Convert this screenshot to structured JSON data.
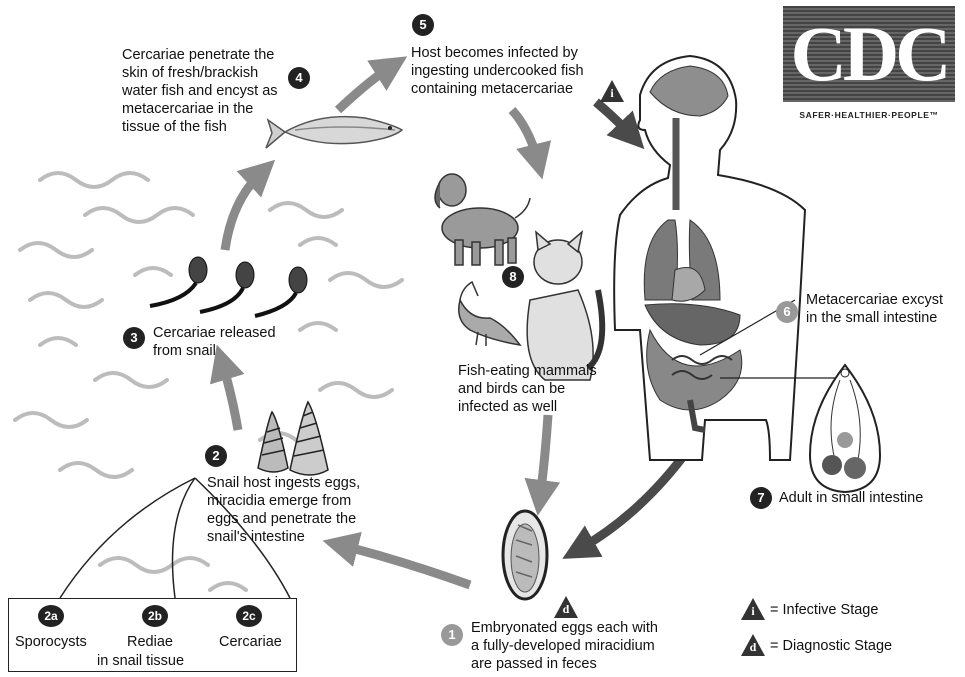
{
  "logo": {
    "text": "CDC",
    "tagline": "SAFER·HEALTHIER·PEOPLE™"
  },
  "steps": {
    "s1": {
      "num": "1",
      "text": "Embryonated eggs each with\na fully-developed miracidium\nare passed in feces"
    },
    "s2": {
      "num": "2",
      "text": "Snail host ingests eggs,\nmiracidia emerge from\neggs and penetrate the\nsnail's intestine"
    },
    "s3": {
      "num": "3",
      "text": "Cercariae released\nfrom snail"
    },
    "s4": {
      "num": "4",
      "text": "Cercariae penetrate the\nskin of fresh/brackish\nwater fish and encyst as\nmetacercariae in the\ntissue of the fish"
    },
    "s5": {
      "num": "5",
      "text": "Host becomes infected by\ningesting undercooked fish\ncontaining metacercariae"
    },
    "s6": {
      "num": "6",
      "text": "Metacercariae excyst\nin the small intestine"
    },
    "s7": {
      "num": "7",
      "text": "Adult in small intestine"
    },
    "s8": {
      "num": "8",
      "text": "Fish-eating mammals\nand birds can be\ninfected as well"
    }
  },
  "snail_stages": {
    "a": {
      "num": "2a",
      "label": "Sporocysts"
    },
    "b": {
      "num": "2b",
      "label": "Rediae"
    },
    "c": {
      "num": "2c",
      "label": "Cercariae"
    },
    "caption": "in snail tissue"
  },
  "markers": {
    "infective": "i",
    "diagnostic": "d"
  },
  "legend": {
    "infective_symbol": "i",
    "infective_label": "= Infective Stage",
    "diagnostic_symbol": "d",
    "diagnostic_label": "= Diagnostic Stage"
  },
  "colors": {
    "arrow": "#8a8a8a",
    "arrow_dark": "#4a4a4a",
    "organ": "#777777",
    "wave": "#bbbbbb"
  }
}
